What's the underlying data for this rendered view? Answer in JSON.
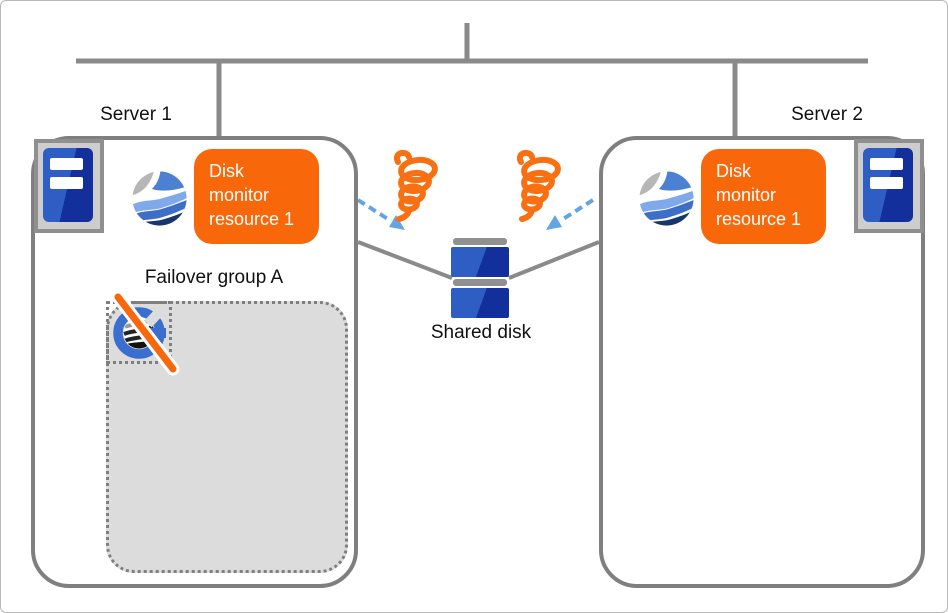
{
  "diagram": {
    "servers": [
      {
        "label": "Server 1",
        "resource_label": "Disk monitor resource 1"
      },
      {
        "label": "Server 2",
        "resource_label": "Disk monitor resource 1"
      }
    ],
    "failover_group": {
      "label": "Failover group A"
    },
    "shared_disk": {
      "label": "Shared disk"
    }
  },
  "icons": {
    "server": "server-tower-icon",
    "monitor_logo": "cluster-ball-icon",
    "failure": "tornado-icon",
    "shared_disk": "stacked-disk-icon",
    "stopped_group_resource": "stopped-disk-resource-icon"
  },
  "colors": {
    "accent_orange": "#f8680b",
    "connector_gray": "#8a8a8a",
    "box_border_gray": "#7f7f7f",
    "arrow_blue": "#64a4e2",
    "disk_blue_light": "#2e5dc4",
    "disk_blue_dark": "#132f9b",
    "group_fill": "#dcdcdc",
    "logo_gray": "#b6b6b6",
    "logo_blue_light": "#7fa9ea",
    "logo_blue_mid": "#3d6fc9",
    "logo_blue_dark": "#17356f"
  }
}
